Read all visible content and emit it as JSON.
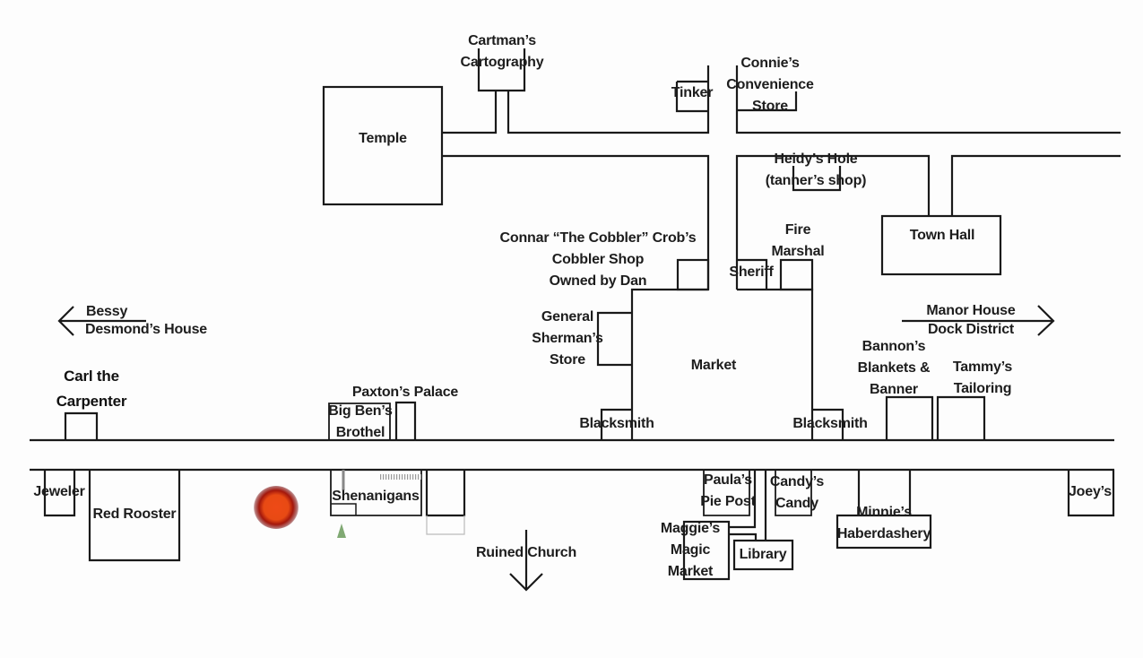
{
  "map_title": "Town Map",
  "colors": {
    "lines": "#1a1a1a",
    "background": "#fdfdfd",
    "player_marker": "#e84a14",
    "tree": "#6a9a5a"
  },
  "locations": {
    "cartography": "Cartman’s\nCartography",
    "temple": "Temple",
    "tinker": "Tinker",
    "convenience": "Connie’s\nConvenience\nStore",
    "tanner": "Heidy’s Hole\n(tanner’s shop)",
    "town_hall": "Town Hall",
    "fire_marshal": "Fire\nMarshal",
    "sheriff": "Sheriff",
    "cobbler": "Connar “The Cobbler” Crob’s\nCobbler Shop\nOwned by Dan",
    "general_store": "General\nSherman’s\nStore",
    "market": "Market",
    "blacksmith_west": "Blacksmith",
    "blacksmith_east": "Blacksmith",
    "bannons": "Bannon’s\nBlankets &\nBanner",
    "tammys": "Tammy’s\nTailoring",
    "carpenter": "Carl the\nCarpenter",
    "paxtons": "Paxton’s Palace",
    "brothel": "Big Ben’s\nBrothel",
    "jeweler": "Jeweler",
    "red_rooster": "Red Rooster",
    "shenanigans": "Shenanigans",
    "paulas": "Paula’s\nPie Post",
    "candys": "Candy’s\nCandy",
    "maggies": "Maggie’s\nMagic\nMarket",
    "library": "Library",
    "minnies": "Minnie’s\nHaberdashery",
    "joeys": "Joey’s"
  },
  "directions": {
    "west": {
      "top": "Bessy",
      "bottom": "Desmond’s House",
      "arrow": "left-arrow"
    },
    "east": {
      "top": "Manor House",
      "bottom": "Dock District",
      "arrow": "right-arrow"
    },
    "south": {
      "label": "Ruined Church",
      "arrow": "down-arrow"
    }
  },
  "markers": {
    "player": "player-token",
    "tree": "tree-icon"
  }
}
